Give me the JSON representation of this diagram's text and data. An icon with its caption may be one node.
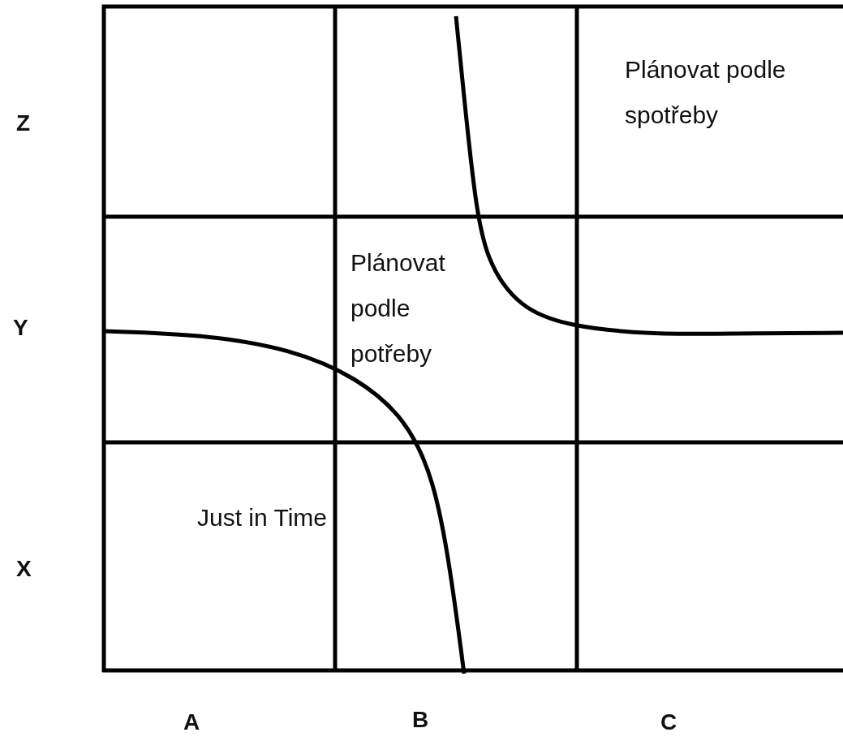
{
  "diagram": {
    "labels": [
      "Z",
      "Plánovat podle spotřeby",
      "Plánovat podle potřeby",
      "Y",
      "Just in Time",
      "X",
      "A",
      "B",
      "C"
    ]
  }
}
